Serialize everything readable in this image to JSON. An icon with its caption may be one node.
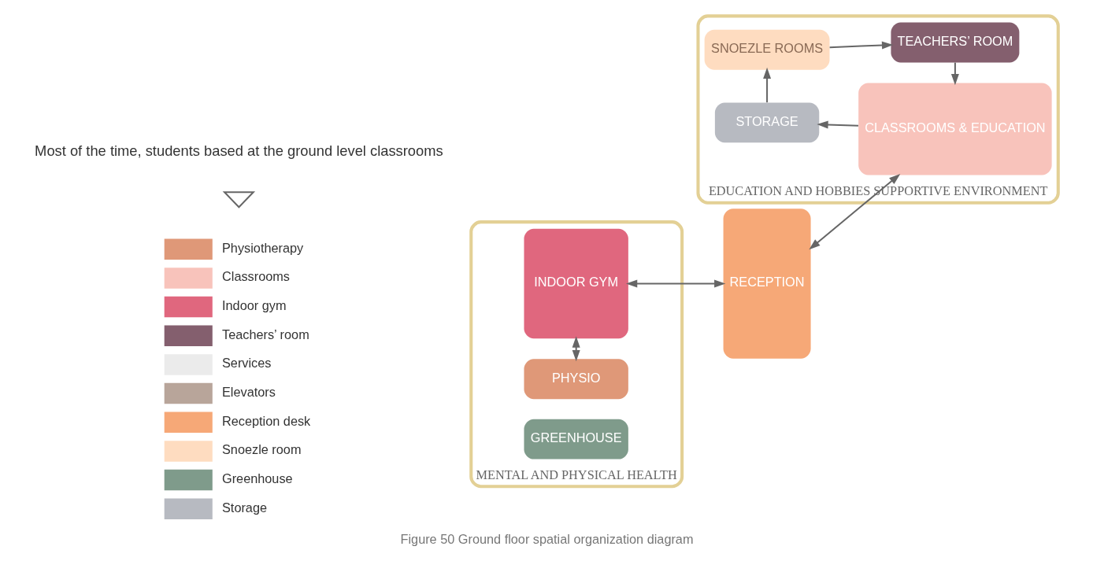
{
  "diagram": {
    "caption": "Figure 50 Ground floor spatial organization diagram",
    "nodes": [
      {
        "text": [
          "MENTAL AND PHYSICAL HEALTH"
        ]
      },
      {
        "text": [
          "PHYSIO"
        ],
        "in": 0
      },
      {
        "text": [
          "INDOOR GYM"
        ],
        "in": 0
      },
      {
        "text": [
          "GREENHOUSE"
        ],
        "in": 0
      },
      {
        "text": [],
        "shape": "triangle"
      },
      {
        "text": [
          "RECEPTION"
        ]
      },
      {
        "text": [
          "EDUCATION AND HOBBIES SUPPORTIVE ENVIRONMENT"
        ]
      },
      {
        "text": [
          "TEACHERS’ ROOM"
        ],
        "in": 6
      },
      {
        "text": [
          "SNOEZLE ROOMS"
        ],
        "in": 6
      },
      {
        "text": [
          "CLASSROOMS & EDUCATION"
        ],
        "in": 6
      },
      {
        "text": [
          "STORAGE"
        ],
        "in": 6
      }
    ],
    "edges": [
      {
        "from": 1,
        "to": 2,
        "arrow": "both"
      },
      {
        "from": 2,
        "to": 5,
        "arrow": "both"
      },
      {
        "from": 5,
        "to": 9,
        "arrow": "both"
      },
      {
        "from": 7,
        "to": 9,
        "arrow": "to"
      },
      {
        "from": 9,
        "to": 10,
        "arrow": "to"
      },
      {
        "from": 10,
        "to": 8,
        "arrow": "to"
      },
      {
        "from": 8,
        "to": 7,
        "arrow": "to"
      }
    ],
    "labels": [
      "Most of the time, students based at the ground level classrooms"
    ],
    "legend": [
      {
        "text": "Physiotherapy",
        "color": "#df9878"
      },
      {
        "text": "Classrooms",
        "color": "#f8c3bb"
      },
      {
        "text": "Indoor gym",
        "color": "#e0677e"
      },
      {
        "text": "Teachers’ room",
        "color": "#845f6e"
      },
      {
        "text": "Services",
        "color": "#ebebeb"
      },
      {
        "text": "Elevators",
        "color": "#b8a59a"
      },
      {
        "text": "Reception desk",
        "color": "#f6a877"
      },
      {
        "text": "Snoezle room",
        "color": "#fedcc0"
      },
      {
        "text": "Greenhouse",
        "color": "#7f9b8b"
      },
      {
        "text": "Storage",
        "color": "#b7bac1"
      }
    ]
  }
}
